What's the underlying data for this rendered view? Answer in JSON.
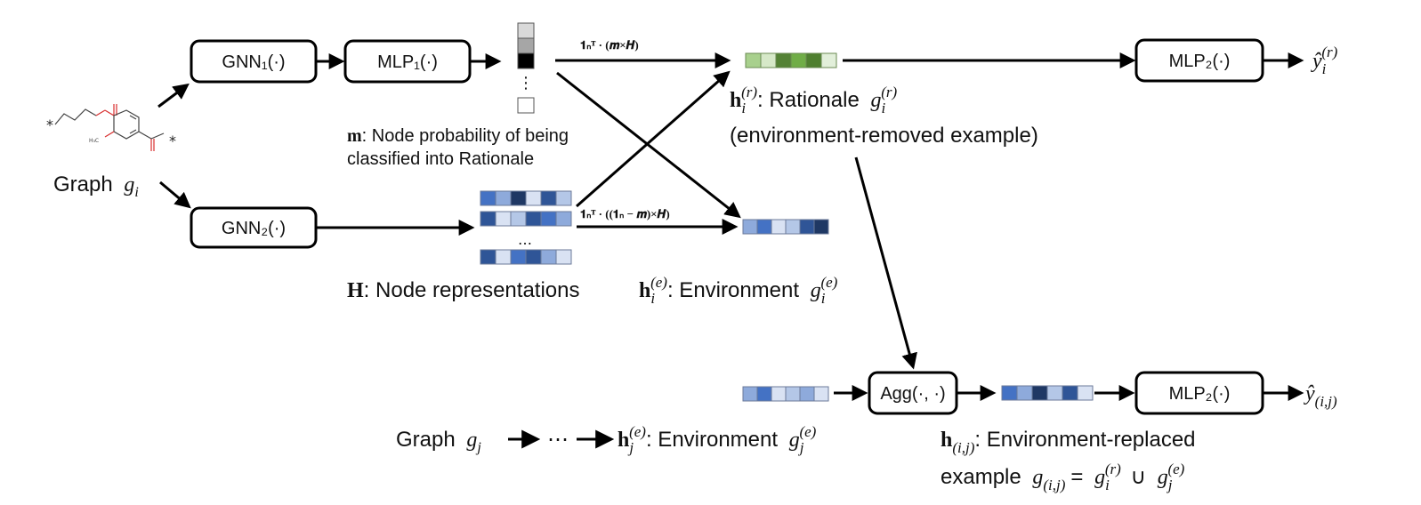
{
  "boxes": {
    "gnn1": "GNN₁(·)",
    "mlp1": "MLP₁(·)",
    "gnn2": "GNN₂(·)",
    "mlp2_top": "MLP₂(·)",
    "agg": "Agg(·, ·)",
    "mlp2_bottom": "MLP₂(·)"
  },
  "graph_i": {
    "word": "Graph",
    "sym": "g",
    "sub": "i"
  },
  "graph_j": {
    "word": "Graph",
    "sym": "g",
    "sub": "j"
  },
  "ellipsis": "⋯",
  "m_label": {
    "sym": "m",
    "line1": ": Node probability of being",
    "line2": "classified into Rationale"
  },
  "H_label": {
    "sym": "H",
    "text": ": Node representations"
  },
  "formula_top": "𝟏ₙᵀ · (𝒎×𝑯)",
  "formula_bottom": "𝟏ₙᵀ · ((𝟏ₙ − 𝒎)×𝑯)",
  "rationale": {
    "h": "h",
    "sub": "i",
    "sup": "(r)",
    "text": ": Rationale",
    "g": "g",
    "g_sub": "i",
    "g_sup": "(r)",
    "line2": "(environment-removed example)"
  },
  "environment_i": {
    "h": "h",
    "sub": "i",
    "sup": "(e)",
    "text": ": Environment",
    "g": "g",
    "g_sub": "i",
    "g_sup": "(e)"
  },
  "environment_j": {
    "h": "h",
    "sub": "j",
    "sup": "(e)",
    "text": ": Environment",
    "g": "g",
    "g_sub": "j",
    "g_sup": "(e)"
  },
  "y_i": {
    "sym": "ŷ",
    "sub": "i",
    "sup": "(r)"
  },
  "y_ij": {
    "sym": "ŷ",
    "sub": "(i,j)"
  },
  "replaced": {
    "h": "h",
    "sub": "(i,j)",
    "text": ": Environment-replaced",
    "line2": "example",
    "g": "g",
    "g_sub": "(i,j)",
    "eq": "=",
    "g1": "g",
    "g1_sub": "i",
    "g1_sup": "(r)",
    "union": "∪",
    "g2": "g",
    "g2_sub": "j",
    "g2_sup": "(e)"
  },
  "colors": {
    "rationale_greens": [
      "#a8d08d",
      "#d6e8c8",
      "#548235",
      "#70ad47",
      "#4f7f2f",
      "#e2efda"
    ],
    "m_grays": [
      "#d9d9d9",
      "#a6a6a6",
      "#000000"
    ],
    "blues_row1": [
      "#4472c4",
      "#8eaadb",
      "#1f3864",
      "#d9e2f3",
      "#2f5597",
      "#b4c7e7"
    ],
    "blues_row2": [
      "#2f5597",
      "#d9e2f3",
      "#b4c7e7",
      "#2f5597",
      "#4472c4",
      "#8eaadb"
    ],
    "blues_row3": [
      "#2f5597",
      "#d9e2f3",
      "#4472c4",
      "#2f5597",
      "#8eaadb",
      "#d9e2f3"
    ],
    "env_i_blues": [
      "#8eaadb",
      "#4472c4",
      "#d9e2f3",
      "#b4c7e7",
      "#2f5597",
      "#1f3864"
    ],
    "env_j_blues": [
      "#8eaadb",
      "#4472c4",
      "#d9e2f3",
      "#b4c7e7",
      "#8eaadb",
      "#d9e2f3"
    ],
    "agg_out_blues": [
      "#4472c4",
      "#8eaadb",
      "#1f3864",
      "#b4c7e7",
      "#2f5597",
      "#d9e2f3"
    ]
  }
}
